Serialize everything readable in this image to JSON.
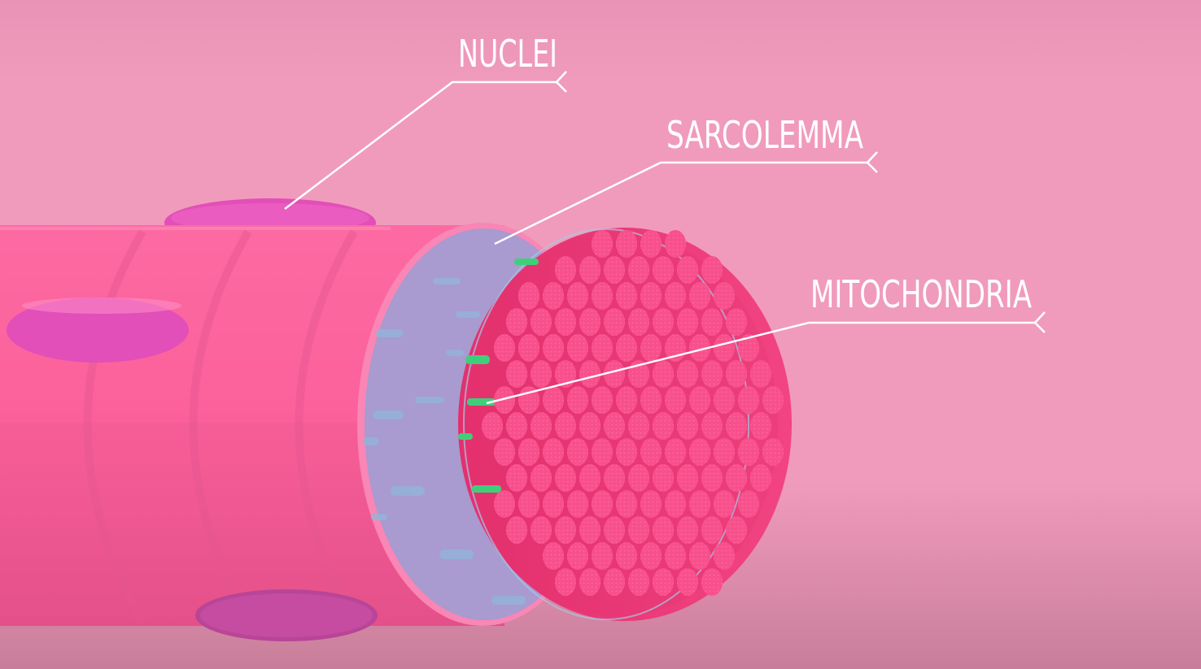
{
  "labels": {
    "nuclei": "NUCLEI",
    "sarcolemma": "SARCOLEMMA",
    "mitochondria": "MITOCHONDRIA"
  },
  "colors": {
    "background": "#f09bbb",
    "fiber": "#fb5f99",
    "nucleus": "#e24fb8",
    "sarcolemma_cut": "#a99ad0",
    "myofibril": "#f3417f",
    "mitochondria": "#3fcf7a",
    "label_line": "#ffffff"
  }
}
